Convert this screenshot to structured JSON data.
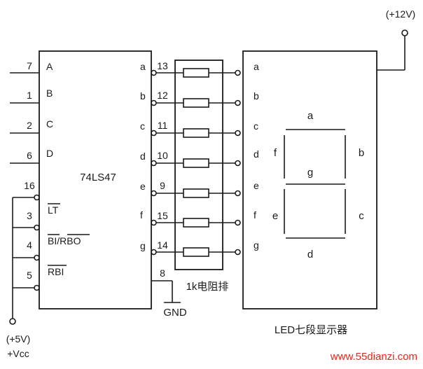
{
  "chip": {
    "name": "74LS47",
    "left_pins": [
      {
        "num": "7",
        "label": "A"
      },
      {
        "num": "1",
        "label": "B"
      },
      {
        "num": "2",
        "label": "C"
      },
      {
        "num": "6",
        "label": "D"
      }
    ],
    "ctrl_pins": [
      {
        "num": "16",
        "label": ""
      },
      {
        "num": "3",
        "label": "LT"
      },
      {
        "num": "4",
        "label": "BI/RBO"
      },
      {
        "num": "5",
        "label": "RBI"
      }
    ],
    "right_pins": [
      {
        "num": "13",
        "label": "a"
      },
      {
        "num": "12",
        "label": "b"
      },
      {
        "num": "11",
        "label": "c"
      },
      {
        "num": "10",
        "label": "d"
      },
      {
        "num": "9",
        "label": "e"
      },
      {
        "num": "15",
        "label": "f"
      },
      {
        "num": "14",
        "label": "g"
      }
    ],
    "gnd_pin": "8"
  },
  "resistor_pack": {
    "label": "1k电阻排"
  },
  "ground": {
    "label": "GND"
  },
  "supply": {
    "label_top": "(+5V)",
    "label_bottom": "+Vcc"
  },
  "supply12": {
    "label": "(+12V)"
  },
  "display": {
    "caption": "LED七段显示器",
    "inputs": [
      "a",
      "b",
      "c",
      "d",
      "e",
      "f",
      "g"
    ],
    "segments": {
      "a": "a",
      "b": "b",
      "c": "c",
      "d": "d",
      "e": "e",
      "f": "f",
      "g": "g"
    }
  },
  "watermark": "www.55dianzi.com"
}
